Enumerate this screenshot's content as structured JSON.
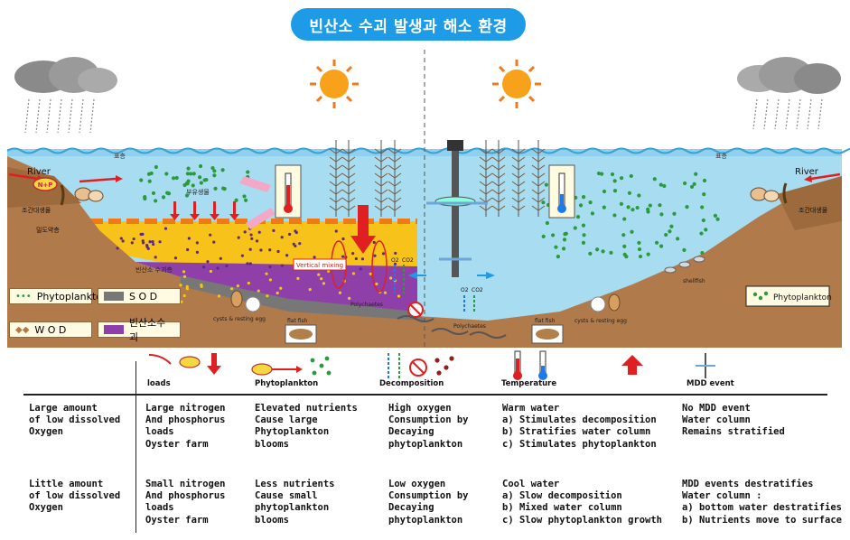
{
  "title": "빈산소 수괴 발생과 해소 환경",
  "scene": {
    "left_river": "River",
    "right_river": "River",
    "left_surface": "표층",
    "right_surface": "표층",
    "np_badge": "N+P",
    "left_intertidal": "조간대생물",
    "right_intertidal": "조간대생물",
    "algal": "밀도약층",
    "floating": "부유생물",
    "anoxic_zone": "빈산소 수괴층",
    "vertical_mixing": "Vertical mixing",
    "o2": "O2",
    "co2": "CO2",
    "cysts_left": "cysts & resting egg",
    "cysts_right": "cysts & resting egg",
    "flat_fish_left": "flat fish",
    "flat_fish_right": "flat fish",
    "polychaetes_left": "Polychaetes",
    "polychaetes_right": "Polychaetes",
    "shellfish": "shellfish",
    "phyto_box_right": "Phytoplankton"
  },
  "legend": {
    "phyto": "Phytoplankton",
    "sod": "S O D",
    "wod": "W O D",
    "hypoxic": "빈산소수괴"
  },
  "columns": {
    "loads": "loads",
    "phyto": "Phytoplankton",
    "decomp": "Decomposition",
    "temp": "Temperature",
    "mdd": "MDD event"
  },
  "rows": [
    {
      "label": "Large amount\nof low dissolved\nOxygen",
      "loads": "Large nitrogen\nAnd phosphorus\nloads\nOyster farm",
      "phyto": "Elevated nutrients\nCause large\nPhytoplankton\nblooms",
      "decomp": "High oxygen\nConsumption by\nDecaying\nphytoplankton",
      "temp": "Warm water\na) Stimulates decomposition\nb) Stratifies water column\nc) Stimulates phytoplankton",
      "mdd": "No MDD event\nWater column\nRemains stratified"
    },
    {
      "label": "Little amount\nof low dissolved\nOxygen",
      "loads": "Small nitrogen\nAnd phosphorus\nloads\nOyster farm",
      "phyto": "Less nutrients\nCause small\nphytoplankton\nblooms",
      "decomp": "Low oxygen\nConsumption by\nDecaying\nphytoplankton",
      "temp": "Cool water\na) Slow decomposition\nb) Mixed water column\nc) Slow phytoplankton growth",
      "mdd": "MDD events destratifies\nWater column :\na) bottom water destratifies\nb) Nutrients move to surface"
    }
  ]
}
